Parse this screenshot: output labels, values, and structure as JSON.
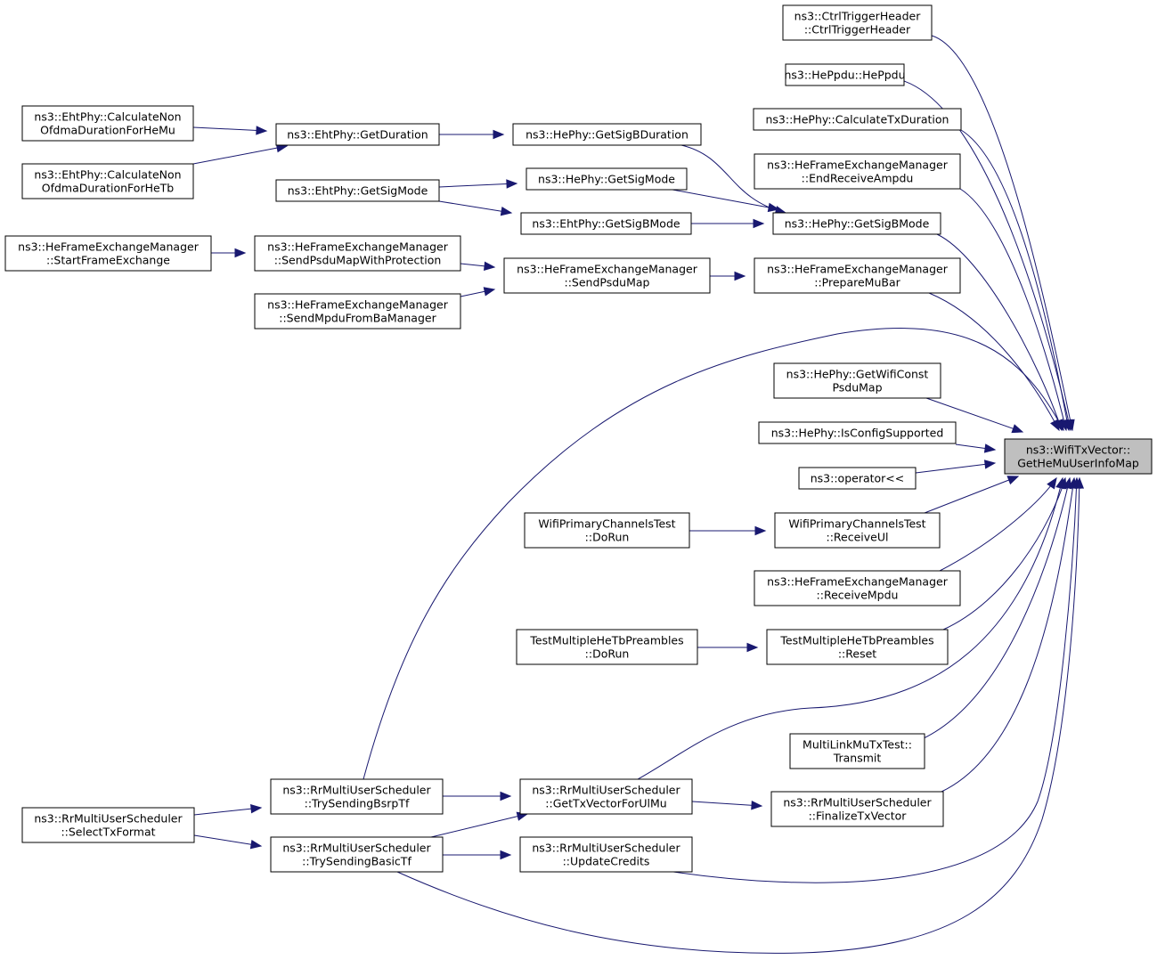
{
  "graph": {
    "root": "n0",
    "nodes": [
      {
        "id": "n0",
        "lines": [
          "ns3::WifiTxVector::",
          "GetHeMuUserInfoMap"
        ],
        "root": true
      },
      {
        "id": "n1",
        "lines": [
          "ns3::CtrlTriggerHeader",
          "::CtrlTriggerHeader"
        ]
      },
      {
        "id": "n2",
        "lines": [
          "ns3::HePpdu::HePpdu"
        ]
      },
      {
        "id": "n3",
        "lines": [
          "ns3::HePhy::CalculateTxDuration"
        ]
      },
      {
        "id": "n4",
        "lines": [
          "ns3::HeFrameExchangeManager",
          "::EndReceiveAmpdu"
        ]
      },
      {
        "id": "n5",
        "lines": [
          "ns3::HePhy::GetSigBMode"
        ]
      },
      {
        "id": "n6",
        "lines": [
          "ns3::HePhy::GetSigBDuration"
        ]
      },
      {
        "id": "n7",
        "lines": [
          "ns3::EhtPhy::GetDuration"
        ]
      },
      {
        "id": "n8",
        "lines": [
          "ns3::EhtPhy::CalculateNon",
          "OfdmaDurationForHeMu"
        ]
      },
      {
        "id": "n9",
        "lines": [
          "ns3::EhtPhy::CalculateNon",
          "OfdmaDurationForHeTb"
        ]
      },
      {
        "id": "n10",
        "lines": [
          "ns3::HePhy::GetSigMode"
        ]
      },
      {
        "id": "n11",
        "lines": [
          "ns3::EhtPhy::GetSigMode"
        ]
      },
      {
        "id": "n12",
        "lines": [
          "ns3::EhtPhy::GetSigBMode"
        ]
      },
      {
        "id": "n13",
        "lines": [
          "ns3::HeFrameExchangeManager",
          "::PrepareMuBar"
        ]
      },
      {
        "id": "n14",
        "lines": [
          "ns3::HeFrameExchangeManager",
          "::SendPsduMap"
        ]
      },
      {
        "id": "n15",
        "lines": [
          "ns3::HeFrameExchangeManager",
          "::SendPsduMapWithProtection"
        ]
      },
      {
        "id": "n16",
        "lines": [
          "ns3::HeFrameExchangeManager",
          "::StartFrameExchange"
        ]
      },
      {
        "id": "n17",
        "lines": [
          "ns3::HeFrameExchangeManager",
          "::SendMpduFromBaManager"
        ]
      },
      {
        "id": "n18",
        "lines": [
          "ns3::HePhy::GetWifiConst",
          "PsduMap"
        ]
      },
      {
        "id": "n19",
        "lines": [
          "ns3::HePhy::IsConfigSupported"
        ]
      },
      {
        "id": "n20",
        "lines": [
          "ns3::operator<<"
        ]
      },
      {
        "id": "n21",
        "lines": [
          "WifiPrimaryChannelsTest",
          "::ReceiveUl"
        ]
      },
      {
        "id": "n22",
        "lines": [
          "WifiPrimaryChannelsTest",
          "::DoRun"
        ]
      },
      {
        "id": "n23",
        "lines": [
          "ns3::HeFrameExchangeManager",
          "::ReceiveMpdu"
        ]
      },
      {
        "id": "n24",
        "lines": [
          "TestMultipleHeTbPreambles",
          "::Reset"
        ]
      },
      {
        "id": "n25",
        "lines": [
          "TestMultipleHeTbPreambles",
          "::DoRun"
        ]
      },
      {
        "id": "n26",
        "lines": [
          "MultiLinkMuTxTest::",
          "Transmit"
        ]
      },
      {
        "id": "n27",
        "lines": [
          "ns3::RrMultiUserScheduler",
          "::FinalizeTxVector"
        ]
      },
      {
        "id": "n28",
        "lines": [
          "ns3::RrMultiUserScheduler",
          "::GetTxVectorForUlMu"
        ]
      },
      {
        "id": "n29",
        "lines": [
          "ns3::RrMultiUserScheduler",
          "::TrySendingBsrpTf"
        ]
      },
      {
        "id": "n30",
        "lines": [
          "ns3::RrMultiUserScheduler",
          "::SelectTxFormat"
        ]
      },
      {
        "id": "n31",
        "lines": [
          "ns3::RrMultiUserScheduler",
          "::TrySendingBasicTf"
        ]
      },
      {
        "id": "n32",
        "lines": [
          "ns3::RrMultiUserScheduler",
          "::UpdateCredits"
        ]
      }
    ],
    "edges": [
      {
        "from": "n1",
        "to": "n0"
      },
      {
        "from": "n2",
        "to": "n0"
      },
      {
        "from": "n3",
        "to": "n0"
      },
      {
        "from": "n4",
        "to": "n0"
      },
      {
        "from": "n5",
        "to": "n0"
      },
      {
        "from": "n6",
        "to": "n5"
      },
      {
        "from": "n7",
        "to": "n6"
      },
      {
        "from": "n8",
        "to": "n7"
      },
      {
        "from": "n9",
        "to": "n7"
      },
      {
        "from": "n10",
        "to": "n5"
      },
      {
        "from": "n11",
        "to": "n10"
      },
      {
        "from": "n11",
        "to": "n12"
      },
      {
        "from": "n12",
        "to": "n5"
      },
      {
        "from": "n13",
        "to": "n0"
      },
      {
        "from": "n14",
        "to": "n13"
      },
      {
        "from": "n15",
        "to": "n14"
      },
      {
        "from": "n16",
        "to": "n15"
      },
      {
        "from": "n17",
        "to": "n14"
      },
      {
        "from": "n29",
        "to": "n0"
      },
      {
        "from": "n18",
        "to": "n0"
      },
      {
        "from": "n19",
        "to": "n0"
      },
      {
        "from": "n20",
        "to": "n0"
      },
      {
        "from": "n21",
        "to": "n0"
      },
      {
        "from": "n22",
        "to": "n21"
      },
      {
        "from": "n23",
        "to": "n0"
      },
      {
        "from": "n24",
        "to": "n0"
      },
      {
        "from": "n25",
        "to": "n24"
      },
      {
        "from": "n28",
        "to": "n0"
      },
      {
        "from": "n26",
        "to": "n0"
      },
      {
        "from": "n27",
        "to": "n0"
      },
      {
        "from": "n28",
        "to": "n27"
      },
      {
        "from": "n29",
        "to": "n28"
      },
      {
        "from": "n30",
        "to": "n29"
      },
      {
        "from": "n31",
        "to": "n28"
      },
      {
        "from": "n30",
        "to": "n31"
      },
      {
        "from": "n32",
        "to": "n0"
      },
      {
        "from": "n31",
        "to": "n32"
      },
      {
        "from": "n31",
        "to": "n0"
      }
    ]
  },
  "colors": {
    "edge": "#191970",
    "root_fill": "#bfbfbf",
    "node_fill": "#ffffff",
    "border": "#000000"
  }
}
